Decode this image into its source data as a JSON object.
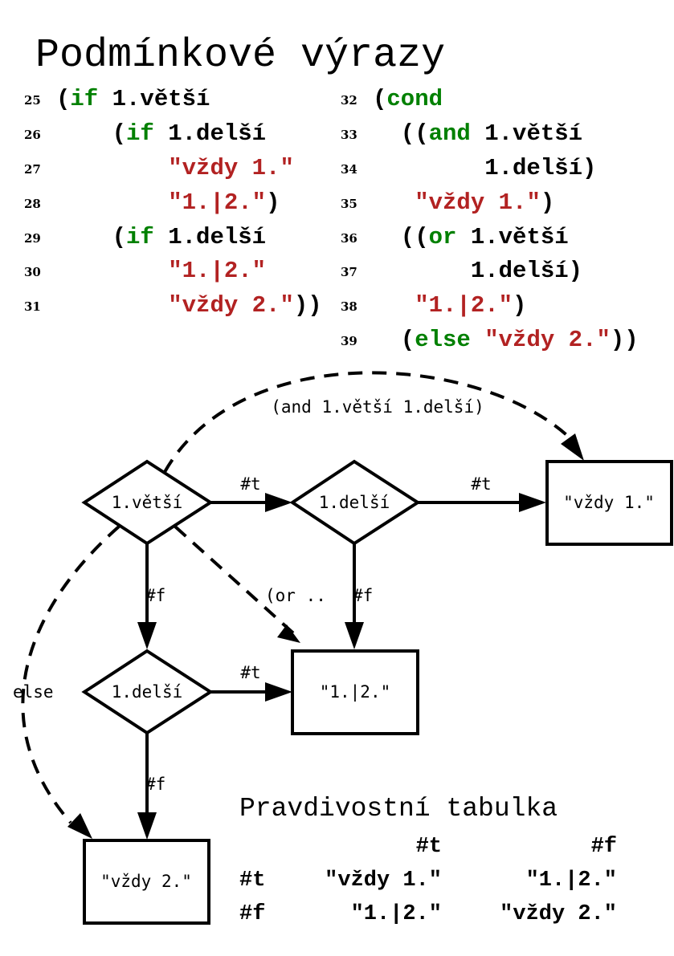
{
  "title": "Podmínkové výrazy",
  "code_left": [
    {
      "line": "25",
      "tokens": [
        {
          "t": "(",
          "c": "plain"
        },
        {
          "t": "if",
          "c": "kw"
        },
        {
          "t": " 1.větší",
          "c": "plain"
        }
      ]
    },
    {
      "line": "26",
      "tokens": [
        {
          "t": "    (",
          "c": "plain"
        },
        {
          "t": "if",
          "c": "kw"
        },
        {
          "t": " 1.delší",
          "c": "plain"
        }
      ]
    },
    {
      "line": "27",
      "tokens": [
        {
          "t": "        ",
          "c": "plain"
        },
        {
          "t": "\"vždy 1.\"",
          "c": "str"
        }
      ]
    },
    {
      "line": "28",
      "tokens": [
        {
          "t": "        ",
          "c": "plain"
        },
        {
          "t": "\"1.|2.\"",
          "c": "str"
        },
        {
          "t": ")",
          "c": "plain"
        }
      ]
    },
    {
      "line": "29",
      "tokens": [
        {
          "t": "    (",
          "c": "plain"
        },
        {
          "t": "if",
          "c": "kw"
        },
        {
          "t": " 1.delší",
          "c": "plain"
        }
      ]
    },
    {
      "line": "30",
      "tokens": [
        {
          "t": "        ",
          "c": "plain"
        },
        {
          "t": "\"1.|2.\"",
          "c": "str"
        }
      ]
    },
    {
      "line": "31",
      "tokens": [
        {
          "t": "        ",
          "c": "plain"
        },
        {
          "t": "\"vždy 2.\"",
          "c": "str"
        },
        {
          "t": "))",
          "c": "plain"
        }
      ]
    }
  ],
  "code_right": [
    {
      "line": "32",
      "tokens": [
        {
          "t": "(",
          "c": "plain"
        },
        {
          "t": "cond",
          "c": "kw"
        }
      ]
    },
    {
      "line": "33",
      "tokens": [
        {
          "t": "  ((",
          "c": "plain"
        },
        {
          "t": "and",
          "c": "kw"
        },
        {
          "t": " 1.větší",
          "c": "plain"
        }
      ]
    },
    {
      "line": "34",
      "tokens": [
        {
          "t": "        1.delší)",
          "c": "plain"
        }
      ]
    },
    {
      "line": "35",
      "tokens": [
        {
          "t": "   ",
          "c": "plain"
        },
        {
          "t": "\"vždy 1.\"",
          "c": "str"
        },
        {
          "t": ")",
          "c": "plain"
        }
      ]
    },
    {
      "line": "36",
      "tokens": [
        {
          "t": "  ((",
          "c": "plain"
        },
        {
          "t": "or",
          "c": "kw"
        },
        {
          "t": " 1.větší",
          "c": "plain"
        }
      ]
    },
    {
      "line": "37",
      "tokens": [
        {
          "t": "       1.delší)",
          "c": "plain"
        }
      ]
    },
    {
      "line": "38",
      "tokens": [
        {
          "t": "   ",
          "c": "plain"
        },
        {
          "t": "\"1.|2.\"",
          "c": "str"
        },
        {
          "t": ")",
          "c": "plain"
        }
      ]
    },
    {
      "line": "39",
      "tokens": [
        {
          "t": "  (",
          "c": "plain"
        },
        {
          "t": "else",
          "c": "kw"
        },
        {
          "t": " ",
          "c": "plain"
        },
        {
          "t": "\"vždy 2.\"",
          "c": "str"
        },
        {
          "t": "))",
          "c": "plain"
        }
      ]
    }
  ],
  "colors": {
    "keyword": "#008000",
    "string": "#b22222",
    "text": "#000000"
  },
  "diagram": {
    "nodes": {
      "d1": {
        "label": "1.větší",
        "shape": "diamond"
      },
      "d2": {
        "label": "1.delší",
        "shape": "diamond"
      },
      "d3": {
        "label": "1.delší",
        "shape": "diamond"
      },
      "r1": {
        "label": "\"vždy 1.\"",
        "shape": "box"
      },
      "r2": {
        "label": "\"1.|2.\"",
        "shape": "box"
      },
      "r3": {
        "label": "\"vždy 2.\"",
        "shape": "box"
      }
    },
    "edges": {
      "d1_d2": "#t",
      "d2_r1": "#t",
      "d1_d3": "#f",
      "d2_r2": "#f",
      "d3_r2": "#t",
      "d3_r3": "#f",
      "and": "(and 1.větší 1.delší)",
      "or": "(or ..",
      "else": "else"
    }
  },
  "truth_table": {
    "title": "Pravdivostní tabulka",
    "header": [
      "",
      "#t",
      "#f"
    ],
    "rows": [
      [
        "#t",
        "\"vždy 1.\"",
        "\"1.|2.\""
      ],
      [
        "#f",
        "\"1.|2.\"",
        "\"vždy 2.\""
      ]
    ]
  }
}
